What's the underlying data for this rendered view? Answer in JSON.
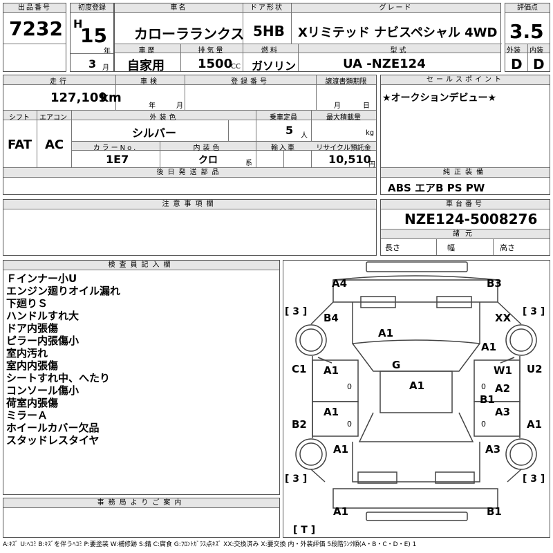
{
  "headers": {
    "lot_no": "出品番号",
    "first_reg": "初度登録",
    "car_name": "車名",
    "door_type": "ドア形状",
    "grade": "グレード",
    "score": "評価点",
    "history": "車歴",
    "displacement": "排気量",
    "fuel": "燃料",
    "model_code": "型式",
    "exterior": "外装",
    "interior": "内装",
    "mileage": "走行",
    "inspection": "車検",
    "reg_no": "登録番号",
    "transfer_doc": "譲渡書類期限",
    "sales_point": "セールスポイント",
    "shift": "シフト",
    "aircon": "エアコン",
    "ext_color": "外装色",
    "capacity": "乗車定員",
    "max_load": "最大積載量",
    "color_no": "カラーNo.",
    "int_color": "内装色",
    "import": "輸入車",
    "recycle": "リサイクル預託金",
    "later_parts": "後日発送部品",
    "standard_equip": "純正装備",
    "notes": "注意事項欄",
    "chassis_no": "車台番号",
    "specs": "諸元",
    "inspector": "検査員記入欄",
    "office": "事務局よりご案内"
  },
  "vehicle": {
    "lot_no": "7232",
    "era": "H",
    "year_num": "15",
    "year_unit": "年",
    "car_name": "カローラランクス",
    "door_type": "5HB",
    "grade": "Xリミテッド ナビスペシャル 4WD",
    "score": "3.5",
    "month_num": "3",
    "month_unit": "月",
    "history": "自家用",
    "displacement": "1500",
    "cc": "CC",
    "fuel": "ガソリン",
    "model_code": "UA -NZE124",
    "exterior_grade": "D",
    "interior_grade": "D",
    "mileage": "127,109",
    "km": "km",
    "insp_year": "年",
    "insp_month": "月",
    "doc_month": "月",
    "doc_day": "日",
    "sales_point": "★オークションデビュー★",
    "shift": "FAT",
    "aircon": "AC",
    "ext_color": "シルバー",
    "capacity": "5",
    "person": "人",
    "kg": "kg",
    "color_no": "1E7",
    "int_color": "クロ",
    "kei": "系",
    "recycle": "10,510",
    "yen": "円",
    "standard_equip": "ABS エアB PS PW",
    "chassis_no": "NZE124-5008276",
    "length_label": "長さ",
    "width_label": "幅",
    "height_label": "高さ"
  },
  "inspector_notes": [
    "Ｆインナー小U",
    "エンジン廻りオイル漏れ",
    "下廻りＳ",
    "ハンドルすれ大",
    "ドア内張傷",
    "ピラー内張傷小",
    "室内汚れ",
    "室内内張傷",
    "シートすれ中、へたり",
    "コンソール傷小",
    "荷室内張傷",
    "ミラーＡ",
    "ホイールカバー欠品",
    "スタッドレスタイヤ"
  ],
  "diagram": {
    "A4": "A4",
    "B3": "B3",
    "B4": "B4",
    "XX": "XX",
    "A1_hood": "A1",
    "A1_frf": "A1",
    "C1": "C1",
    "U2": "U2",
    "A1_fl_door": "A1",
    "W1": "W1",
    "G": "G",
    "A1_roof": "A1",
    "A2": "A2",
    "B1_mid": "B1",
    "A1_rl_door": "A1",
    "A3_rr_door": "A3",
    "B2": "B2",
    "A1_rr_side": "A1",
    "A1_rl_fender": "A1",
    "A3_rr_fender": "A3",
    "A1_rear_bumper": "A1",
    "B1_rear_bumper": "B1",
    "zero1": "0",
    "zero2": "0",
    "zero3": "0",
    "zero4": "0",
    "tire_fl": "[ 3 ]",
    "tire_fr": "[ 3 ]",
    "tire_rl": "[ 3 ]",
    "tire_rr": "[ 3 ]",
    "spare": "[ T ]"
  },
  "legend": "A:ｷｽﾞ U:ﾍｺﾐ B:ｷｽﾞを伴うﾍｺﾐ P:要塗装 W:補修跡 S:錆 C:腐食 G:ﾌﾛﾝﾄｶﾞﾗｽ点ｷｽﾞ XX:交換済み X:要交換 内・外装評価 5段階ﾗﾝｸ順(A・B・C・D・E) 1"
}
